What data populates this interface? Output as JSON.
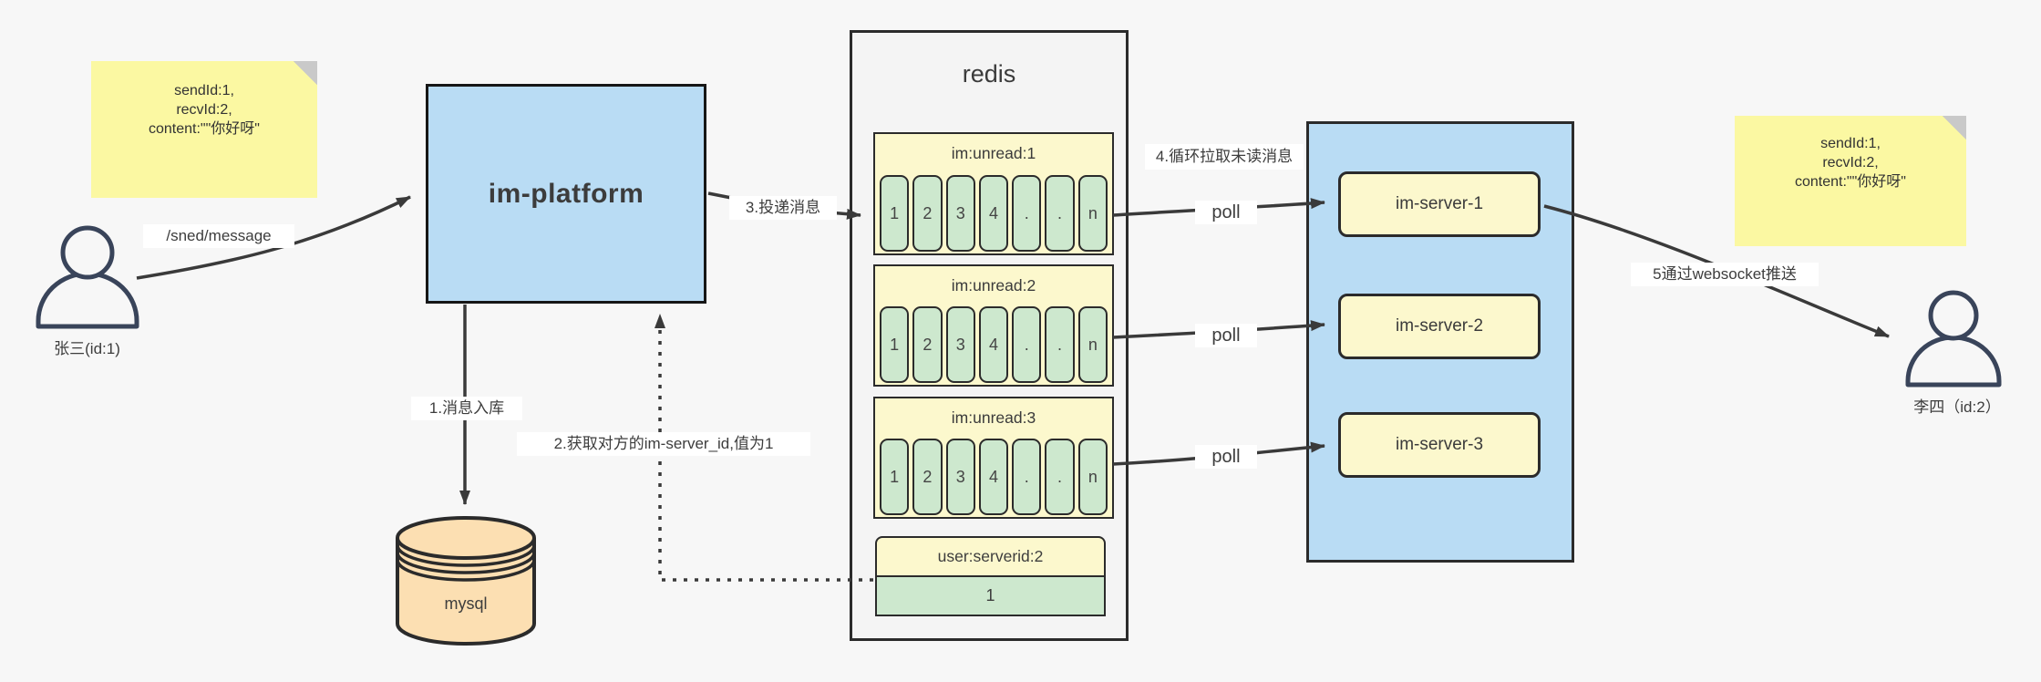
{
  "colors": {
    "bg": "#f7f7f7",
    "note_yellow": "#fbf8a2",
    "fold_gray": "#c9c9c9",
    "box_blue": "#b9dcf4",
    "queue_yellow": "#fcf8cd",
    "cell_green": "#cde8ce",
    "db_orange": "#fcdfb2",
    "redis_gray": "#f4f4f4",
    "line_dark": "#3a3a3a",
    "person_navy": "#39445a"
  },
  "sender": {
    "name": "张三(id:1)"
  },
  "receiver": {
    "name": "李四（id:2）"
  },
  "note_left": {
    "lines": [
      "sendId:1,",
      "recvId:2,",
      "content:\"\"你好呀\""
    ]
  },
  "note_right": {
    "lines": [
      "sendId:1,",
      "recvId:2,",
      "content:\"\"你好呀\""
    ]
  },
  "platform": {
    "label": "im-platform"
  },
  "database": {
    "label": "mysql"
  },
  "redis": {
    "title": "redis",
    "queues": [
      {
        "title": "im:unread:1",
        "cells": [
          "1",
          "2",
          "3",
          "4",
          ".",
          ".",
          "n"
        ]
      },
      {
        "title": "im:unread:2",
        "cells": [
          "1",
          "2",
          "3",
          "4",
          ".",
          ".",
          "n"
        ]
      },
      {
        "title": "im:unread:3",
        "cells": [
          "1",
          "2",
          "3",
          "4",
          ".",
          ".",
          "n"
        ]
      }
    ],
    "kv": {
      "key": "user:serverid:2",
      "value": "1"
    }
  },
  "server_group": {
    "servers": [
      "im-server-1",
      "im-server-2",
      "im-server-3"
    ]
  },
  "labels": {
    "send_api": "/sned/message",
    "step1": "1.消息入库",
    "step2": "2.获取对方的im-server_id,值为1",
    "step3": "3.投递消息",
    "step4": "4.循环拉取未读消息",
    "step5": "5通过websocket推送",
    "poll": "poll"
  }
}
